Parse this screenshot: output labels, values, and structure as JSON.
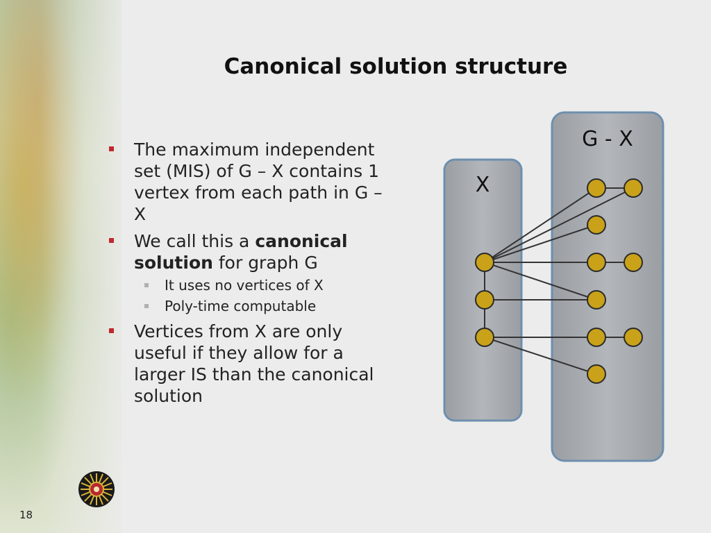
{
  "slide": {
    "title": "Canonical solution structure",
    "page_number": "18"
  },
  "bullets": {
    "b1": "The maximum independent set (MIS) of G – X contains 1 vertex from each path in G – X",
    "b2_pre": "We call this a ",
    "b2_bold1": "canonical",
    "b2_bold2": "solution",
    "b2_post": " for graph G",
    "sub1": "It uses no vertices of X",
    "sub2": "Poly-time computable",
    "b3": "Vertices from X are only useful if they allow for a larger IS than the canonical solution"
  },
  "graph": {
    "x_label": "X",
    "gx_label": "G - X",
    "colors": {
      "node_fill": "#c9a21a",
      "node_stroke": "#2a2a2a",
      "panel_fill": "#a9adb2",
      "panel_stroke": "#5e86a8",
      "bullet": "#c0282e"
    }
  }
}
